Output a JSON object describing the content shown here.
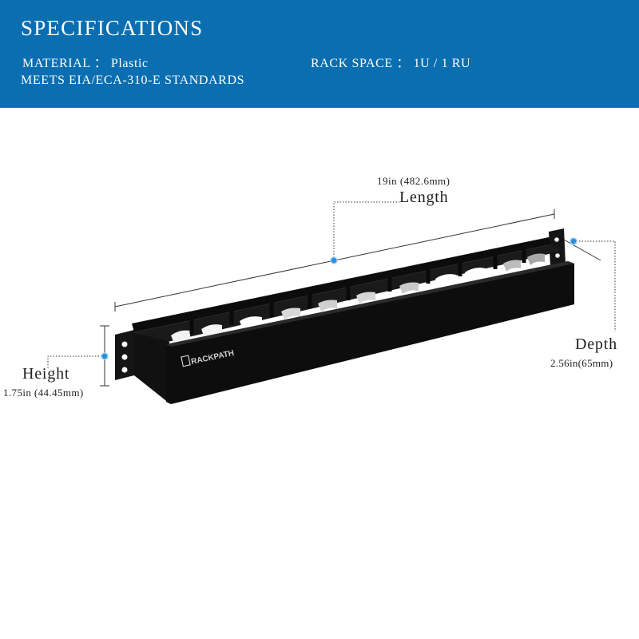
{
  "banner": {
    "title": "SPECIFICATIONS",
    "material": "MATERIAL ： Plastic",
    "rack_space": "RACK SPACE ：  1U / 1 RU",
    "standards": "MEETS EIA/ECA-310-E STANDARDS",
    "color": "#0a6eb0"
  },
  "product": {
    "brand": "RACKPATH",
    "image": "1U horizontal cable management panel"
  },
  "dimensions": {
    "length_value": "19in (482.6mm)",
    "length_label": "Length",
    "height_label": "Height",
    "height_value": "1.75in (44.45mm)",
    "depth_label": "Depth",
    "depth_value": "2.56in(65mm)",
    "marker_color": "#2a8fd6"
  }
}
